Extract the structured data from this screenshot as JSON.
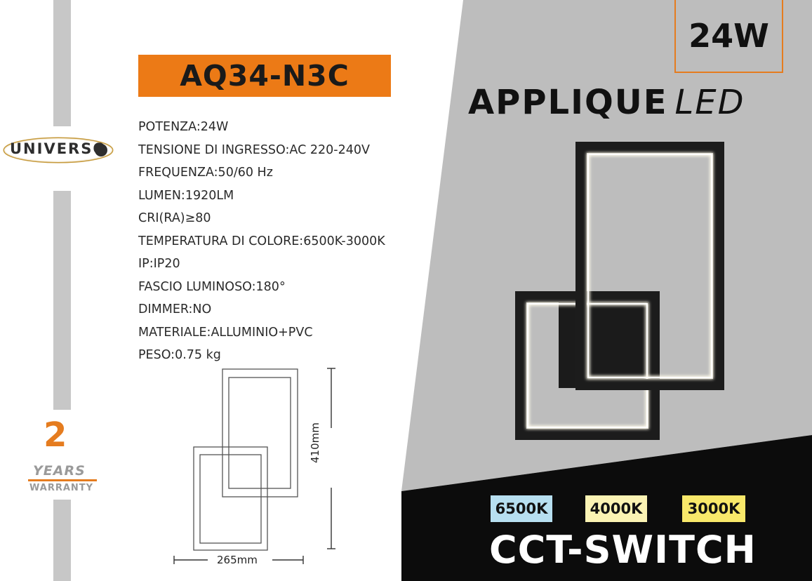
{
  "brand": {
    "logo_text": "UNIVERSO"
  },
  "product": {
    "model": "AQ34-N3C",
    "power": "24W",
    "title_main": "APPLIQUE",
    "title_italic": "LED"
  },
  "specs": [
    "POTENZA:24W",
    "TENSIONE DI INGRESSO:AC 220-240V",
    "FREQUENZA:50/60 Hz",
    "LUMEN:1920LM",
    "CRI(RA)≥80",
    "TEMPERATURA DI COLORE:6500K-3000K",
    "IP:IP20",
    "FASCIO LUMINOSO:180°",
    "DIMMER:NO",
    "MATERIALE:ALLUMINIO+PVC",
    "PESO:0.75 kg"
  ],
  "dimensions": {
    "height": "410mm",
    "width": "265mm"
  },
  "warranty": {
    "number": "2",
    "years": "YEARS",
    "label": "WARRANTY"
  },
  "color_temps": [
    {
      "label": "6500K",
      "color": "#b7dff0"
    },
    {
      "label": "4000K",
      "color": "#fbf3b4"
    },
    {
      "label": "3000K",
      "color": "#f8e86a"
    }
  ],
  "cct_label": "CCT-SWITCH",
  "colors": {
    "accent": "#ec7a16",
    "gray": "#bcbcbc",
    "dark": "#0d0d0d"
  },
  "icons": [
    "universo-logo",
    "lamp-product-photo",
    "lamp-dimension-drawing"
  ]
}
